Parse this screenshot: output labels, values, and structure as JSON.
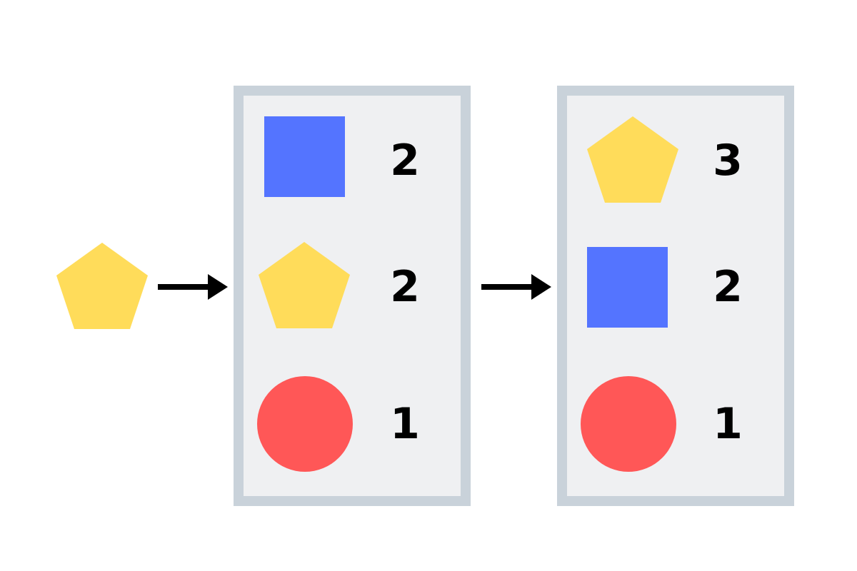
{
  "colors": {
    "pentagon": "#ffdc5a",
    "square": "#5474ff",
    "circle": "#ff5757",
    "panel_border": "#c9d2da",
    "panel_fill": "#eff0f2",
    "arrow": "#000000"
  },
  "input": {
    "shape": "pentagon-icon"
  },
  "before": {
    "rows": [
      {
        "shape": "square-icon",
        "count": "2"
      },
      {
        "shape": "pentagon-icon",
        "count": "2"
      },
      {
        "shape": "circle-icon",
        "count": "1"
      }
    ]
  },
  "after": {
    "rows": [
      {
        "shape": "pentagon-icon",
        "count": "3"
      },
      {
        "shape": "square-icon",
        "count": "2"
      },
      {
        "shape": "circle-icon",
        "count": "1"
      }
    ]
  }
}
